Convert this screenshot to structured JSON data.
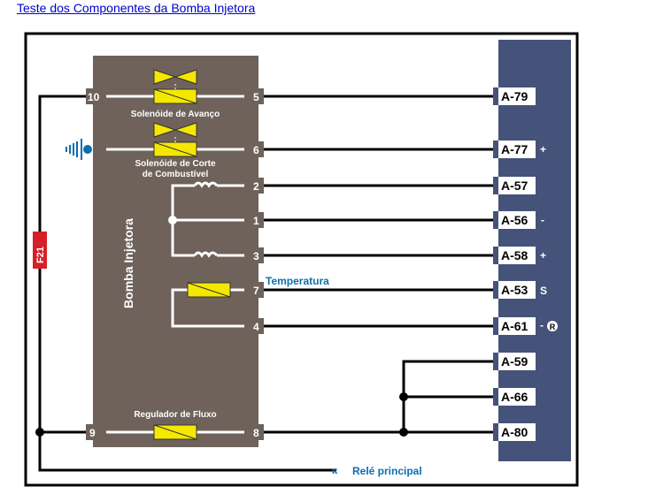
{
  "title": "Teste dos Componentes da Bomba Injetora",
  "pump": {
    "label": "Bomba Injetora",
    "solenoid_advance": "Solenóide de Avanço",
    "solenoid_cut_1": "Solenóide de Corte",
    "solenoid_cut_2": "de Combustível",
    "temperature": "Temperatura",
    "flow_regulator": "Regulador de Fluxo"
  },
  "fuse": "F21",
  "relay": "Relé principal",
  "left_pins": [
    "10",
    "9"
  ],
  "right_pins": [
    "5",
    "6",
    "2",
    "1",
    "3",
    "7",
    "4",
    "8"
  ],
  "connectors": [
    "A-79",
    "A-77",
    "A-57",
    "A-56",
    "A-58",
    "A-53",
    "A-61",
    "A-59",
    "A-66",
    "A-80"
  ],
  "signs": {
    "a77": "+",
    "a56": "-",
    "a58": "+",
    "a53": "S",
    "a61": "-",
    "r": "R"
  },
  "colors": {
    "pump": "#6e625a",
    "panel": "#45527a",
    "solenoid": "#f5e800",
    "accent": "#0b6fae",
    "fuse": "#d62027"
  }
}
